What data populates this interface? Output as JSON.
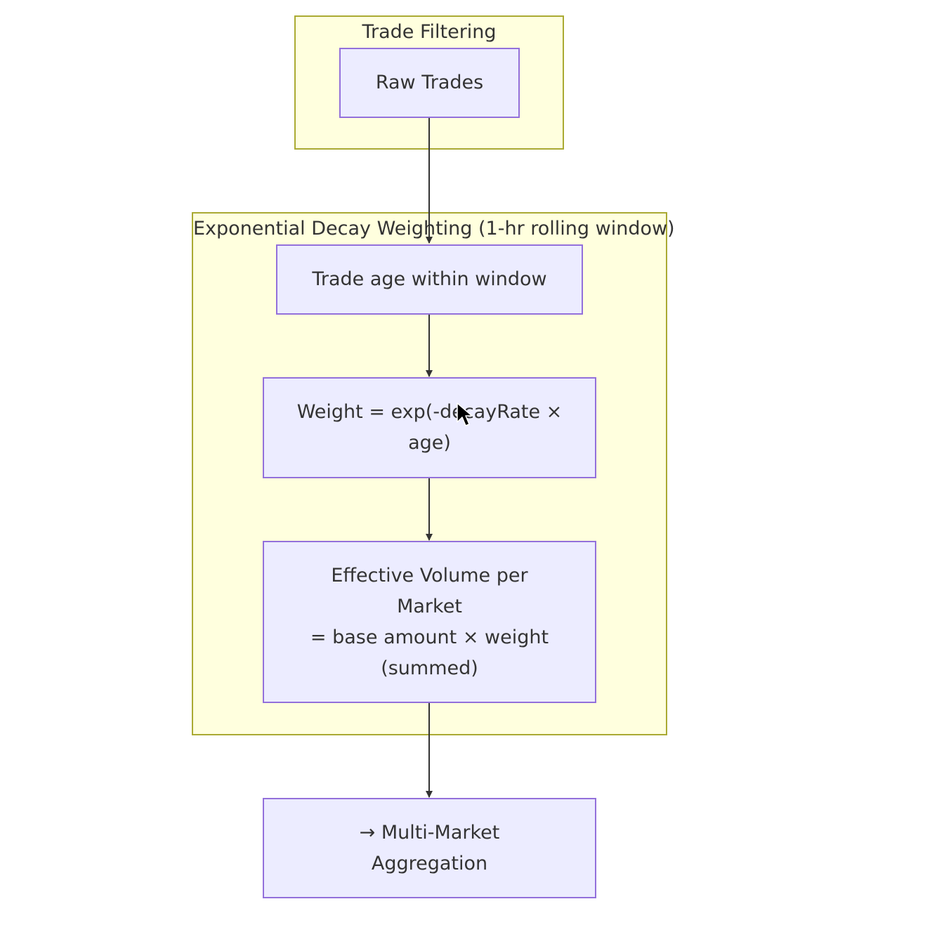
{
  "clusters": {
    "trade_filtering": {
      "title": "Trade Filtering"
    },
    "decay_weighting": {
      "title": "Exponential Decay Weighting (1-hr rolling window)"
    }
  },
  "nodes": {
    "raw_trades": {
      "lines": [
        "Raw Trades"
      ]
    },
    "trade_age": {
      "lines": [
        "Trade age within window"
      ]
    },
    "weight": {
      "lines": [
        "Weight = exp(-decayRate ×",
        "age)"
      ]
    },
    "effective_volume": {
      "lines": [
        "Effective Volume per",
        "Market",
        "= base amount × weight",
        "(summed)"
      ]
    },
    "aggregation": {
      "lines": [
        "→ Multi-Market",
        "Aggregation"
      ]
    }
  },
  "colors": {
    "cluster_fill": "#ffffde",
    "cluster_border": "#aaaa33",
    "node_fill": "#ececff",
    "node_border": "#9370db",
    "edge": "#333333"
  }
}
